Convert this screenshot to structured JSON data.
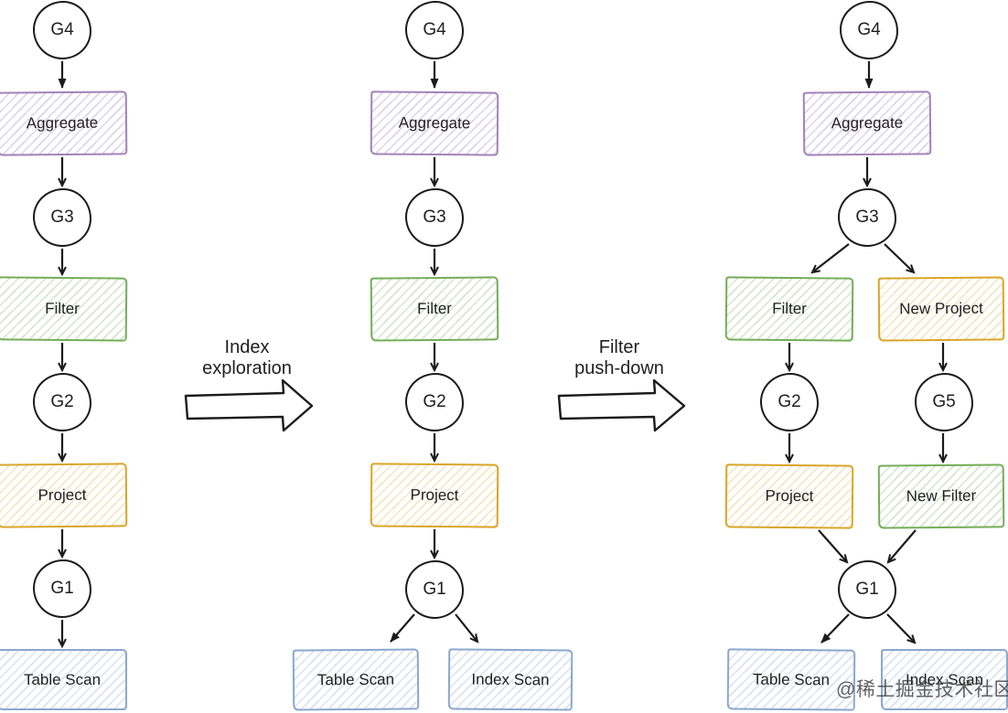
{
  "trees": {
    "initial": {
      "g4": "G4",
      "aggregate": "Aggregate",
      "g3": "G3",
      "filter": "Filter",
      "g2": "G2",
      "project": "Project",
      "g1": "G1",
      "table_scan": "Table Scan"
    },
    "after_index_exploration": {
      "g4": "G4",
      "aggregate": "Aggregate",
      "g3": "G3",
      "filter": "Filter",
      "g2": "G2",
      "project": "Project",
      "g1": "G1",
      "table_scan": "Table Scan",
      "index_scan": "Index Scan"
    },
    "after_filter_pushdown": {
      "g4": "G4",
      "aggregate": "Aggregate",
      "g3": "G3",
      "filter": "Filter",
      "new_project": "New Project",
      "g2": "G2",
      "g5": "G5",
      "project": "Project",
      "new_filter": "New Filter",
      "g1": "G1",
      "table_scan": "Table Scan",
      "index_scan": "Index Scan"
    }
  },
  "transitions": {
    "index_exploration": {
      "line1": "Index",
      "line2": "exploration"
    },
    "filter_pushdown": {
      "line1": "Filter",
      "line2": "push-down"
    }
  },
  "watermark": "@稀土掘金技术社区",
  "colors": {
    "aggregate_border": "#a282b8",
    "filter_border": "#74ad58",
    "project_border": "#d9a528",
    "scan_border": "#8ba7cd",
    "edge": "#1b1b1b"
  }
}
